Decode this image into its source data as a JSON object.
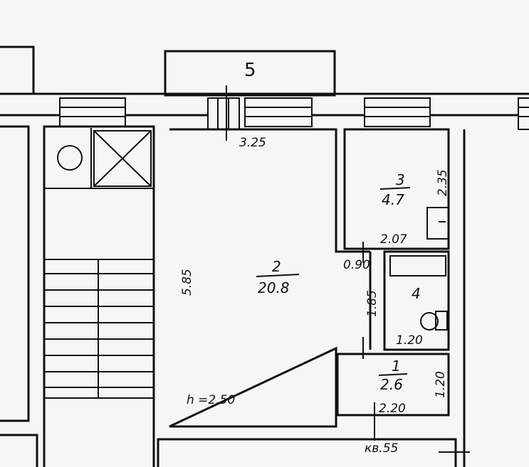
{
  "balcony": {
    "number": "5"
  },
  "rooms": {
    "living": {
      "number": "2",
      "area": "20.8"
    },
    "kitchen": {
      "number": "3",
      "area": "4.7"
    },
    "bathroom": {
      "number": "4"
    },
    "hall": {
      "number": "1",
      "area": "2.6"
    }
  },
  "dimensions": {
    "living_width": "3.25",
    "living_length": "5.85",
    "kitchen_length": "2.35",
    "kitchen_width": "2.07",
    "passage_width": "0.90",
    "bath_length": "1.85",
    "bath_width": "1.20",
    "hall_width": "2.20",
    "hall_length": "1.20"
  },
  "ceiling_height": "h =2.50",
  "apartment": "кв.55"
}
